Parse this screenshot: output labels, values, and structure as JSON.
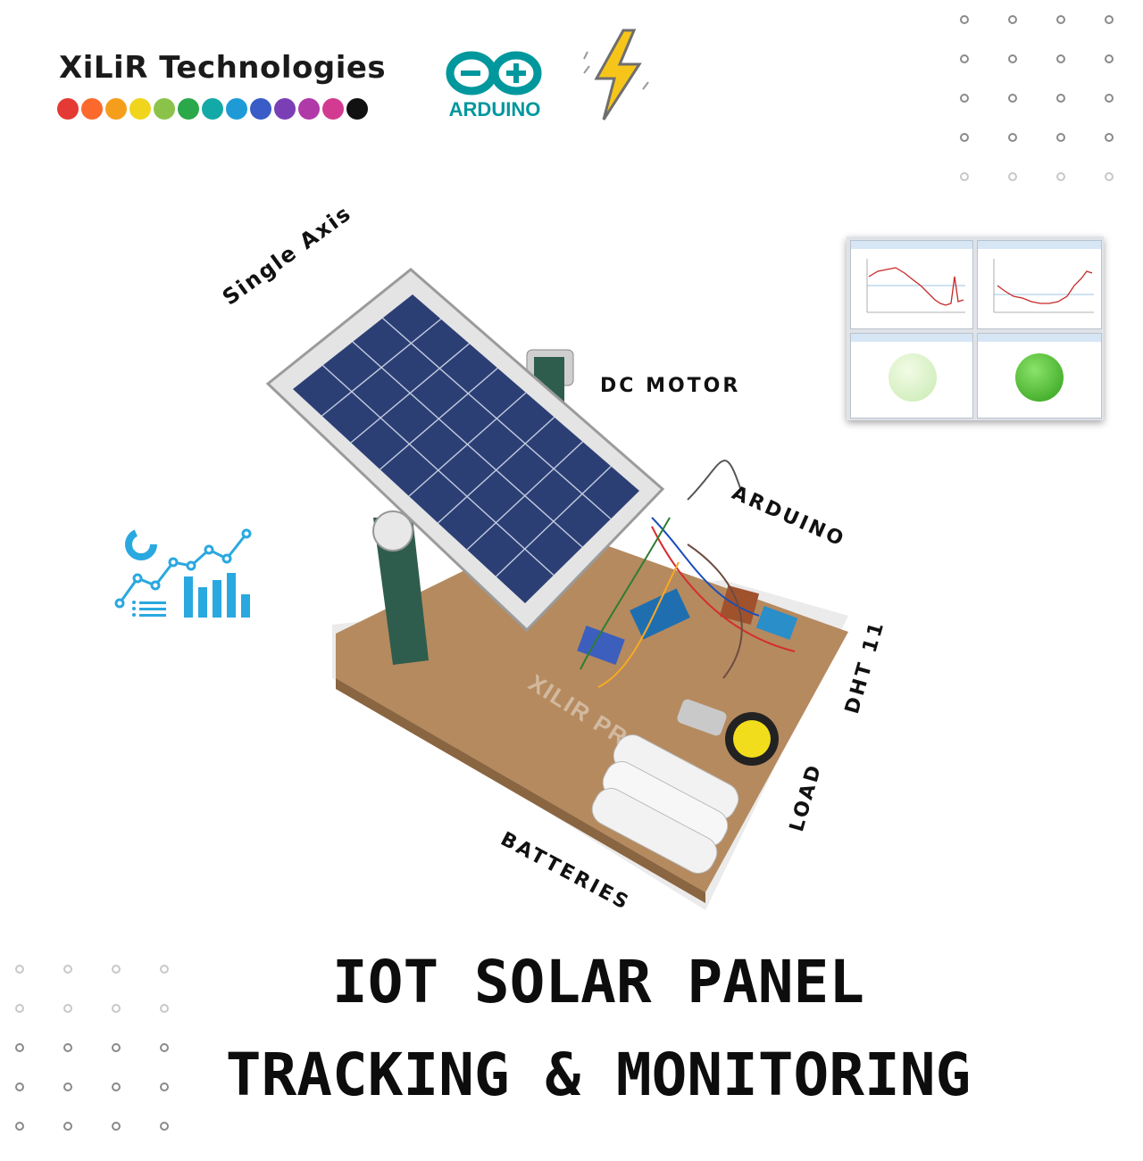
{
  "brand": {
    "name": "XiLiR Technologies",
    "dot_colors": [
      "#e53935",
      "#fb6a2c",
      "#f59e1b",
      "#f0d51c",
      "#8bc34a",
      "#2aa84a",
      "#13a9a6",
      "#1e9bd7",
      "#3a5cc7",
      "#7b3fb5",
      "#b03aa8",
      "#d33b90",
      "#111111"
    ]
  },
  "arduino": {
    "text": "ARDUINO",
    "color": "#00979d"
  },
  "labels": {
    "single_axis": "Single Axis",
    "dc_motor": "DC MOTOR",
    "arduino": "ARDUINO",
    "dht11": "DHT 11",
    "load": "LOAD",
    "batteries": "BATTERIES"
  },
  "watermark": "XILIR PROJECTS",
  "title": {
    "line1": "IOT SOLAR PANEL",
    "line2": "TRACKING & MONITORING"
  },
  "colors": {
    "accent_blue": "#2aa8e0",
    "panel_blue": "#2c3f75",
    "board": "#b58a5f",
    "post": "#2f5d4d"
  }
}
